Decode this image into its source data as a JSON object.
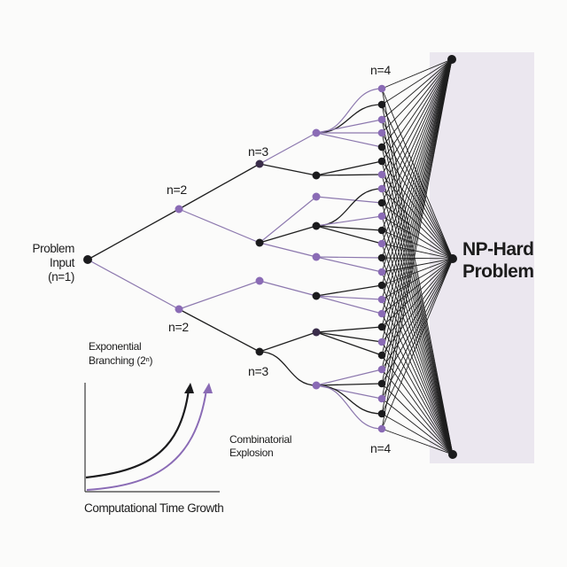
{
  "colors": {
    "black": "#1b1b1d",
    "purple": "#8a6bb5",
    "dark_purple": "#3a2d4a",
    "edge_black": "#1e1e1e",
    "edge_purple": "#8c78ae",
    "panel": "#ebe7ef",
    "background": "#fbfbfa"
  },
  "labels": {
    "root": [
      "Problem",
      "Input",
      "(n=1)"
    ],
    "level_2_top": "n=2",
    "level_2_bottom": "n=2",
    "level_3_top": "n=3",
    "level_3_bottom": "n=3",
    "level_4_top": "n=4",
    "level_4_bottom": "n=4",
    "target": [
      "NP-Hard",
      "Problem"
    ],
    "combinatorial": [
      "Combinatorial",
      "Explosion"
    ],
    "exponential": [
      "Exponential",
      "Branching (2ⁿ)"
    ],
    "growth_axis": "Computational Time Growth"
  },
  "tree": {
    "nodes": [
      {
        "id": "root",
        "color": "black"
      },
      {
        "id": "a",
        "color": "purple"
      },
      {
        "id": "b",
        "color": "purple"
      },
      {
        "id": "a1",
        "color": "dark_purple"
      },
      {
        "id": "a2",
        "color": "black"
      },
      {
        "id": "b1",
        "color": "purple"
      },
      {
        "id": "b2",
        "color": "black"
      },
      {
        "id": "m1",
        "color": "purple"
      },
      {
        "id": "m2",
        "color": "black"
      },
      {
        "id": "m3",
        "color": "purple"
      },
      {
        "id": "m4",
        "color": "black"
      },
      {
        "id": "m5",
        "color": "purple"
      },
      {
        "id": "m6",
        "color": "black"
      },
      {
        "id": "m7",
        "color": "dark_purple"
      },
      {
        "id": "m8",
        "color": "purple"
      }
    ],
    "column_colors": [
      "purple",
      "black",
      "purple",
      "purple",
      "black",
      "black",
      "purple",
      "purple",
      "black",
      "purple",
      "black",
      "purple",
      "black",
      "purple",
      "black",
      "purple",
      "purple",
      "black",
      "purple",
      "black",
      "purple",
      "black",
      "purple",
      "black",
      "purple"
    ],
    "targets": [
      {
        "id": "t1",
        "color": "black"
      },
      {
        "id": "t2",
        "color": "black"
      },
      {
        "id": "t3",
        "color": "black"
      }
    ],
    "edges": [
      {
        "from": "root",
        "to": "a",
        "color": "edge_black"
      },
      {
        "from": "root",
        "to": "b",
        "color": "edge_purple"
      },
      {
        "from": "a",
        "to": "a1",
        "color": "edge_black"
      },
      {
        "from": "a",
        "to": "a2",
        "color": "edge_purple"
      },
      {
        "from": "b",
        "to": "b1",
        "color": "edge_purple"
      },
      {
        "from": "b",
        "to": "b2",
        "color": "edge_black"
      },
      {
        "from": "a1",
        "to": "m1",
        "color": "edge_purple"
      },
      {
        "from": "a1",
        "to": "m2",
        "color": "edge_black"
      },
      {
        "from": "a2",
        "to": "m3",
        "color": "edge_purple"
      },
      {
        "from": "a2",
        "to": "m4",
        "color": "edge_black"
      },
      {
        "from": "a2",
        "to": "m5",
        "color": "edge_purple"
      },
      {
        "from": "b1",
        "to": "m6",
        "color": "edge_purple"
      },
      {
        "from": "b2",
        "to": "m7",
        "color": "edge_black"
      },
      {
        "from": "b2",
        "to": "m8",
        "color": "edge_black"
      },
      {
        "from": "m1",
        "to": "c0",
        "color": "edge_purple"
      },
      {
        "from": "m1",
        "to": "c1",
        "color": "edge_black"
      },
      {
        "from": "m1",
        "to": "c2",
        "color": "edge_purple"
      },
      {
        "from": "m1",
        "to": "c3",
        "color": "edge_purple"
      },
      {
        "from": "m1",
        "to": "c4",
        "color": "edge_purple"
      },
      {
        "from": "m2",
        "to": "c5",
        "color": "edge_black"
      },
      {
        "from": "m2",
        "to": "c6",
        "color": "edge_black"
      },
      {
        "from": "m3",
        "to": "c8",
        "color": "edge_purple"
      },
      {
        "from": "m4",
        "to": "c7",
        "color": "edge_black"
      },
      {
        "from": "m4",
        "to": "c9",
        "color": "edge_purple"
      },
      {
        "from": "m4",
        "to": "c10",
        "color": "edge_black"
      },
      {
        "from": "m4",
        "to": "c11",
        "color": "edge_black"
      },
      {
        "from": "m5",
        "to": "c12",
        "color": "edge_purple"
      },
      {
        "from": "m5",
        "to": "c13",
        "color": "edge_purple"
      },
      {
        "from": "m6",
        "to": "c14",
        "color": "edge_black"
      },
      {
        "from": "m6",
        "to": "c15",
        "color": "edge_purple"
      },
      {
        "from": "m6",
        "to": "c16",
        "color": "edge_purple"
      },
      {
        "from": "m7",
        "to": "c17",
        "color": "edge_black"
      },
      {
        "from": "m7",
        "to": "c18",
        "color": "edge_black"
      },
      {
        "from": "m7",
        "to": "c19",
        "color": "edge_black"
      },
      {
        "from": "m8",
        "to": "c20",
        "color": "edge_purple"
      },
      {
        "from": "m8",
        "to": "c21",
        "color": "edge_black"
      },
      {
        "from": "m8",
        "to": "c22",
        "color": "edge_purple"
      },
      {
        "from": "m8",
        "to": "c23",
        "color": "edge_black"
      },
      {
        "from": "m8",
        "to": "c24",
        "color": "edge_purple"
      }
    ],
    "convergence": {
      "from": "all_column_nodes",
      "to": [
        "t1",
        "t2",
        "t3"
      ],
      "color": "edge_black"
    }
  },
  "growth_curves": [
    {
      "name": "black-growth-curve",
      "color": "black"
    },
    {
      "name": "purple-growth-curve",
      "color": "purple"
    }
  ]
}
